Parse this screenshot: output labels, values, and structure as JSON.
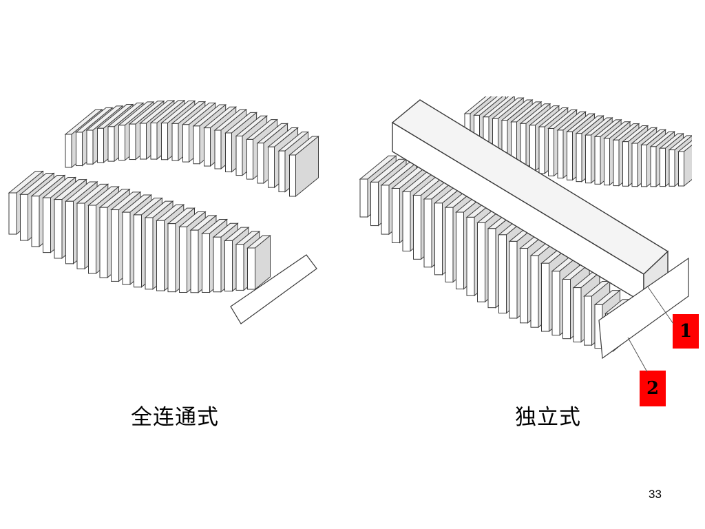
{
  "figures": {
    "left": {
      "caption": "全连通式"
    },
    "right": {
      "caption": "独立式",
      "callouts": [
        {
          "label": "1"
        },
        {
          "label": "2"
        }
      ]
    }
  },
  "colors": {
    "callout_fill": "#ff0000",
    "line": "#3a3a3a",
    "fin_top": "#f1f1f1",
    "fin_front": "#ffffff"
  },
  "page_number": "33"
}
